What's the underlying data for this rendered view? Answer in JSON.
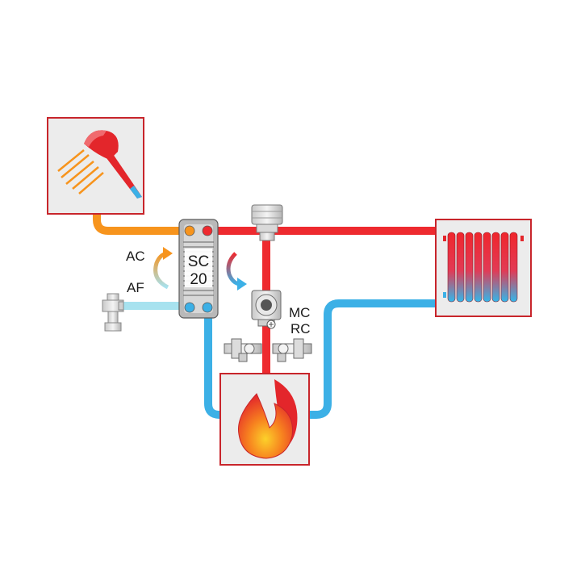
{
  "labels": {
    "hot_out": "AC",
    "cold_in": "AF",
    "exchanger_line1": "SC",
    "exchanger_line2": "20",
    "mixing_valve": "MC",
    "return_valve": "RC"
  },
  "colors": {
    "hot_pipe": "#ee2a2f",
    "cold_pipe": "#3cb0e6",
    "dhw_pipe": "#f7941d",
    "cold_water_pipe": "#a7e2ef",
    "box_border": "#c8252b",
    "box_fill": "#ececec"
  },
  "icons": [
    "shower-icon",
    "radiator-icon",
    "flame-icon",
    "heat-exchanger-icon",
    "pump-icon",
    "valve-icon"
  ]
}
